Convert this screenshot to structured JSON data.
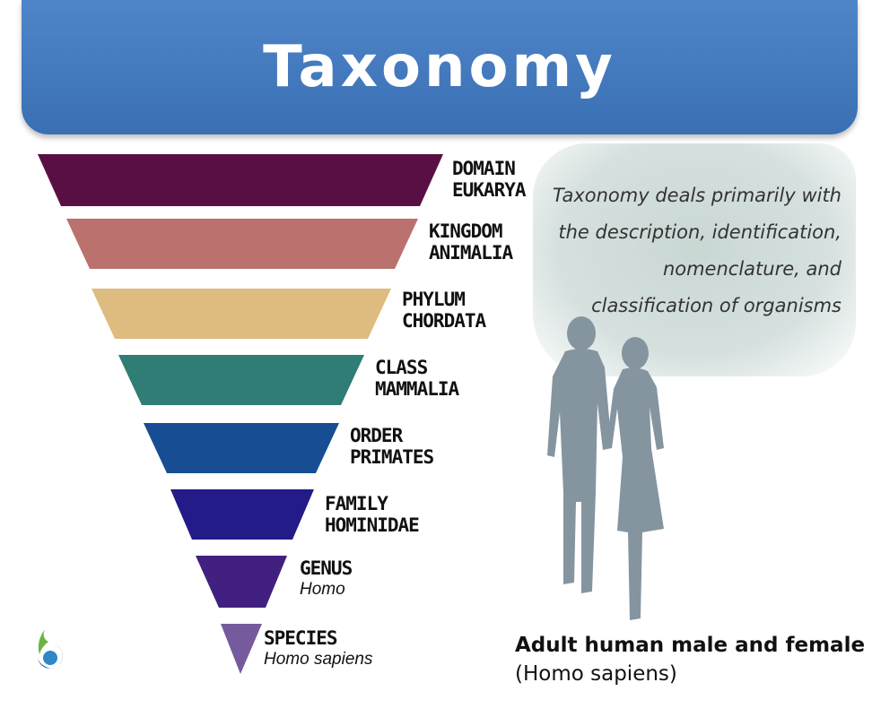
{
  "title": "Taxonomy",
  "ranks": [
    {
      "rank": "DOMAIN",
      "value": "EUKARYA",
      "italic": false,
      "color": "#5a0f44"
    },
    {
      "rank": "KINGDOM",
      "value": "ANIMALIA",
      "italic": false,
      "color": "#bb716d"
    },
    {
      "rank": "PHYLUM",
      "value": "CHORDATA",
      "italic": false,
      "color": "#debb7e"
    },
    {
      "rank": "CLASS",
      "value": "MAMMALIA",
      "italic": false,
      "color": "#2f7d74"
    },
    {
      "rank": "ORDER",
      "value": "PRIMATES",
      "italic": false,
      "color": "#174e93"
    },
    {
      "rank": "FAMILY",
      "value": "HOMINIDAE",
      "italic": false,
      "color": "#221b88"
    },
    {
      "rank": "GENUS",
      "value": "Homo",
      "italic": true,
      "color": "#41207f"
    },
    {
      "rank": "SPECIES",
      "value": "Homo sapiens",
      "italic": true,
      "color": "#765a9e"
    }
  ],
  "description": "Taxonomy deals primarily with the description, identification, nomenclature, and classification of organisms",
  "caption": {
    "line1": "Adult human male and female",
    "line2": "(Homo sapiens)"
  },
  "colors": {
    "banner": "#4479bf",
    "silhouette": "#8595a0",
    "cloud": "#cfdcd9"
  }
}
